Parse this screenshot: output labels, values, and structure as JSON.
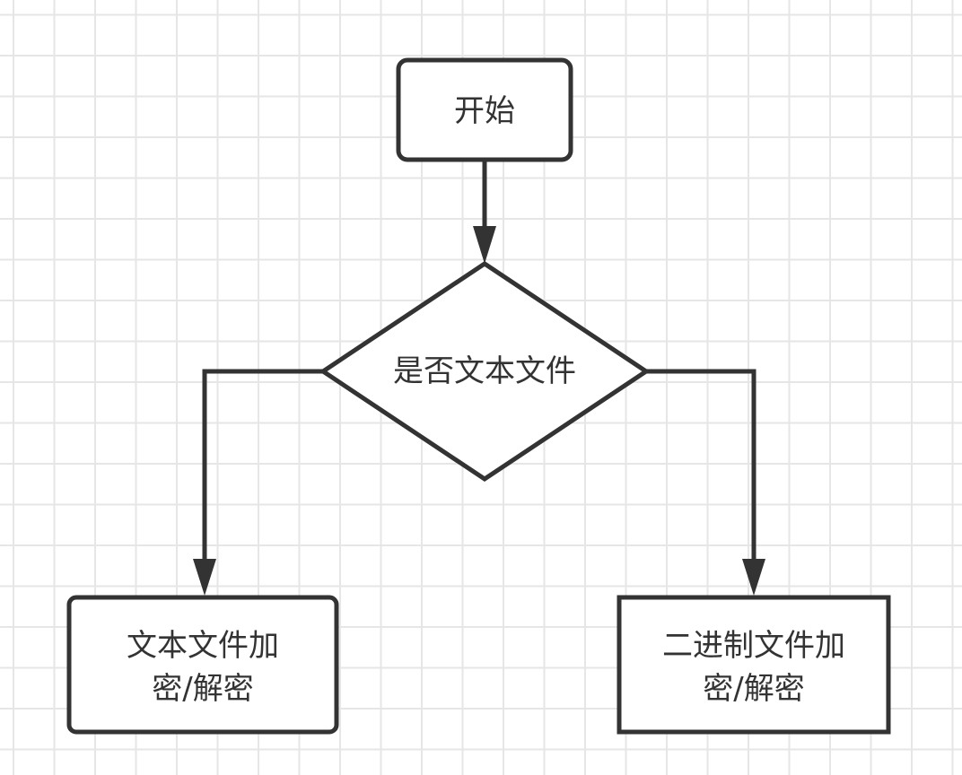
{
  "diagram": {
    "type": "flowchart",
    "colors": {
      "background": "#ffffff",
      "grid": "#e6e6e6",
      "stroke": "#333333",
      "node_fill": "#ffffff",
      "text": "#333333"
    },
    "nodes": {
      "start": {
        "shape": "rounded-rectangle",
        "label": "开始"
      },
      "decision": {
        "shape": "diamond",
        "label": "是否文本文件"
      },
      "text_file": {
        "shape": "rounded-rectangle",
        "label_line1": "文本文件加",
        "label_line2": "密/解密"
      },
      "binary_file": {
        "shape": "rectangle",
        "label_line1": "二进制文件加",
        "label_line2": "密/解密"
      }
    },
    "edges": [
      {
        "from": "start",
        "to": "decision"
      },
      {
        "from": "decision",
        "to": "text_file"
      },
      {
        "from": "decision",
        "to": "binary_file"
      }
    ]
  }
}
